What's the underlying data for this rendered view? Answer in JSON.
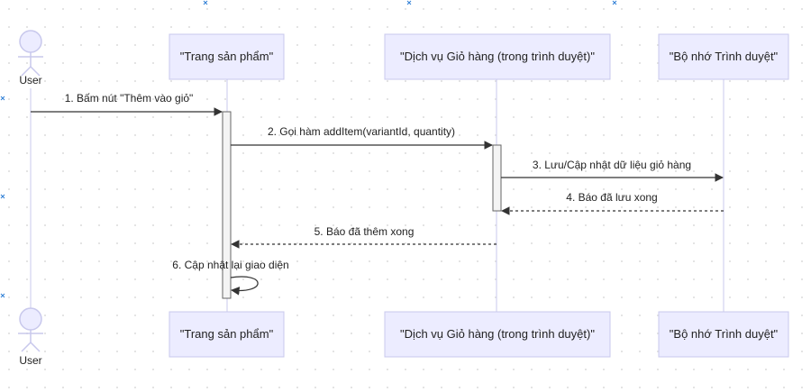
{
  "colors": {
    "box_fill": "#ECECFF",
    "box_stroke": "#C8C8EC",
    "lifeline": "#C9C9EE",
    "arrow": "#333333",
    "activation_fill": "#F4F4F4",
    "activation_stroke": "#666666",
    "marker": "#2f7fd6"
  },
  "actor": {
    "label": "User",
    "icon": "stick-figure-icon"
  },
  "participants": [
    {
      "id": "page",
      "label": "\"Trang sản phẩm\""
    },
    {
      "id": "cart",
      "label": "\"Dịch vụ Giỏ hàng (trong trình duyệt)\""
    },
    {
      "id": "storage",
      "label": "\"Bộ nhớ Trình duyệt\""
    }
  ],
  "messages": [
    {
      "from": "user",
      "to": "page",
      "label": "1. Bấm nút \"Thêm vào giỏ\"",
      "style": "solid"
    },
    {
      "from": "page",
      "to": "cart",
      "label": "2. Gọi hàm addItem(variantId, quantity)",
      "style": "solid"
    },
    {
      "from": "cart",
      "to": "storage",
      "label": "3. Lưu/Cập nhật dữ liệu giỏ hàng",
      "style": "solid"
    },
    {
      "from": "storage",
      "to": "cart",
      "label": "4. Báo đã lưu xong",
      "style": "dashed"
    },
    {
      "from": "cart",
      "to": "page",
      "label": "5. Báo đã thêm xong",
      "style": "dashed"
    },
    {
      "from": "page",
      "to": "page",
      "label": "6. Cập nhật lại giao diện",
      "style": "self"
    }
  ]
}
